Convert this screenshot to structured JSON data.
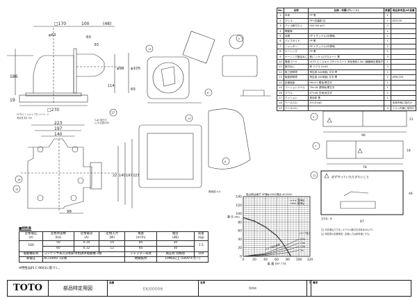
{
  "parts_table": {
    "headers": [
      "No.",
      "名称",
      "仕様・材質(グレード)",
      "数量",
      "相当参考品/AF品番"
    ],
    "rows": [
      [
        "1",
        "本体",
        "PP 黒",
        "1",
        ""
      ],
      [
        "2",
        "グリル",
        "PP+抗菌剤 白",
        "1",
        "AF3139"
      ],
      [
        "3",
        "グリル取付ネジ",
        "SUS  M4 φ12",
        "2",
        ""
      ],
      [
        "4",
        "電動機",
        "-",
        "1",
        ""
      ],
      [
        "5",
        "羽根",
        "PP ナチュラル(半透明)",
        "1",
        ""
      ],
      [
        "6",
        "パイプガイド",
        "PP 黒",
        "1",
        ""
      ],
      [
        "7",
        "シャッター",
        "PP ナチュラル(半透明)",
        "1",
        ""
      ],
      [
        "8",
        "ケーシング",
        "PP 黒",
        "1",
        ""
      ],
      [
        "9",
        "ケーシング固定ねじ",
        "鉄(ニッケル)クロメート 黒",
        "3",
        ""
      ],
      [
        "10",
        "電源コード",
        "VCTF ビニルキャブタイヤコード 有効長約1.5m (機器側圧着端子付き)(被覆φ9.5以下)",
        "1",
        ""
      ],
      [
        "11",
        "取付ねじ",
        "鉄 テクス 4×40",
        "5",
        ""
      ],
      [
        "12",
        "施工説明書",
        "再生紙 A4(両面) 文字:青",
        "1",
        ""
      ],
      [
        "13",
        "取扱説明書",
        "再生紙 A4(両面) 文字:黒",
        "1",
        "AFKL254"
      ],
      [
        "14",
        "定格銘板",
        "96×21 銀色/黒文字",
        "1",
        ""
      ],
      [
        "15",
        "コーションラベル",
        "78×18 透明地/黒文字",
        "1",
        ""
      ],
      [
        "16",
        "ラベル",
        "87×46 白地/赤文字",
        "1",
        ""
      ],
      [
        "17",
        "クッション",
        "発泡体 黒",
        "1",
        ""
      ],
      [
        "18",
        "ベース(12)",
        "4×10×φ2",
        "",
        "本体外側に貼付け"
      ],
      [
        "19",
        "ベース(12)",
        "",
        "4",
        "ファン内側に貼付け"
      ]
    ]
  },
  "drawing": {
    "dims_front": [
      "□170",
      "100",
      "(48)",
      "φ63",
      "60",
      "30",
      "186",
      "φ98",
      "φ105",
      "114",
      "65",
      "19",
      "□270"
    ],
    "cord_note": [
      "VCTFビニルキャブタイヤコード",
      "有効長 約1.5m"
    ],
    "dims_plan": [
      "223",
      "197",
      "140",
      "22",
      "140",
      "197",
      "223",
      "98"
    ],
    "hole_note": [
      "5-φ5 取付穴",
      "(□の位置のみ)"
    ],
    "section_label": "断面図 A-A",
    "balloons": [
      "17",
      "16",
      "15",
      "14",
      "13",
      "5",
      "6",
      "8",
      "9",
      "7",
      "12"
    ],
    "label14_dims": [
      "96",
      "21"
    ],
    "label15_dims": [
      "78",
      "18"
    ],
    "label16": {
      "title": "必ず守っていただきたいこと",
      "dims": [
        "87",
        "46"
      ],
      "color_note": "文字色：赤"
    },
    "notes": [
      "注) 天井埋込穴寸法 □177±3(取付天井厚み40以下)",
      "注) 特性表の定格電流、定格入力は参考値とする。"
    ]
  },
  "chart_data": {
    "type": "line",
    "title": "吸込側は格子  VP管φ100の場合  AC100V",
    "xlabel": "風 量 (m³ / h)",
    "ylabel": "静 圧 (Pa)",
    "xlim": [
      0,
      120
    ],
    "ylim": [
      0,
      140
    ],
    "xticks": [
      0,
      20,
      40,
      60,
      80,
      100,
      120
    ],
    "yticks": [
      0,
      20,
      40,
      60,
      80,
      100,
      120,
      140
    ],
    "grid": true,
    "legend": {
      "placement": "top-right",
      "entries": [
        "50Hz",
        "60Hz"
      ]
    },
    "annotations": [
      "パイプ抵抗曲線",
      "パイプ長さ",
      "20m",
      "15m",
      "10m",
      "5m"
    ],
    "series": [
      {
        "name": "50Hz",
        "x": [
          0,
          20,
          40,
          60,
          70,
          80,
          85
        ],
        "y": [
          90,
          82,
          68,
          48,
          32,
          12,
          0
        ]
      },
      {
        "name": "60Hz",
        "x": [
          0,
          20,
          40,
          60,
          70,
          80,
          86
        ],
        "y": [
          91,
          83,
          69,
          49,
          33,
          13,
          0
        ]
      }
    ],
    "pipe_curves": [
      {
        "name": "20m",
        "x": [
          0,
          40,
          80,
          100
        ],
        "y": [
          0,
          7,
          28,
          40
        ]
      },
      {
        "name": "15m",
        "x": [
          0,
          40,
          80,
          100
        ],
        "y": [
          0,
          5,
          21,
          31
        ]
      },
      {
        "name": "10m",
        "x": [
          0,
          40,
          80,
          100
        ],
        "y": [
          0,
          4,
          15,
          23
        ]
      },
      {
        "name": "5m",
        "x": [
          0,
          40,
          80,
          100
        ],
        "y": [
          0,
          2,
          9,
          14
        ]
      }
    ]
  },
  "spec_table": {
    "title": "■特性表",
    "headers": [
      [
        "定格電圧",
        "(V)"
      ],
      [
        "定格周波数",
        "(Hz)"
      ],
      [
        "定格電流",
        "(A)"
      ],
      [
        "定格入力",
        "(W)"
      ],
      [
        "風量",
        "(m³/h)"
      ],
      [
        "騒音",
        "(dB)"
      ],
      [
        "質量",
        "(kg)"
      ]
    ],
    "voltage": "100",
    "rows": [
      [
        "50",
        "0.10",
        "10",
        "85",
        "30"
      ],
      [
        "60",
        "0.12",
        "12",
        "85",
        "30"
      ]
    ],
    "mass": "1.5",
    "motor_label": "電動機形式",
    "motor_value": "コンデンサ永久分相形単相誘導電動機 2極",
    "shutter_label": "シャッター形式",
    "shutter_value": "風圧式",
    "pipe_label": "羽根径",
    "pipe_value": "100",
    "withstand_label": "耐電圧",
    "withstand_value": "AC1000V 1分間",
    "insulation_label": "絶縁抵抗",
    "insulation_value": "10MΩ以上 (500Vメガー)",
    "note": "※特性はJIS C 9603に基づく。"
  },
  "title_block": {
    "brand": "TOTO",
    "kind": "部品特定用図",
    "part_no_label": "品番",
    "part_no": "EKI00006",
    "name_label": "名称",
    "name": "換気扇",
    "rev_label": "改訂",
    "remarks_label": "備考"
  }
}
